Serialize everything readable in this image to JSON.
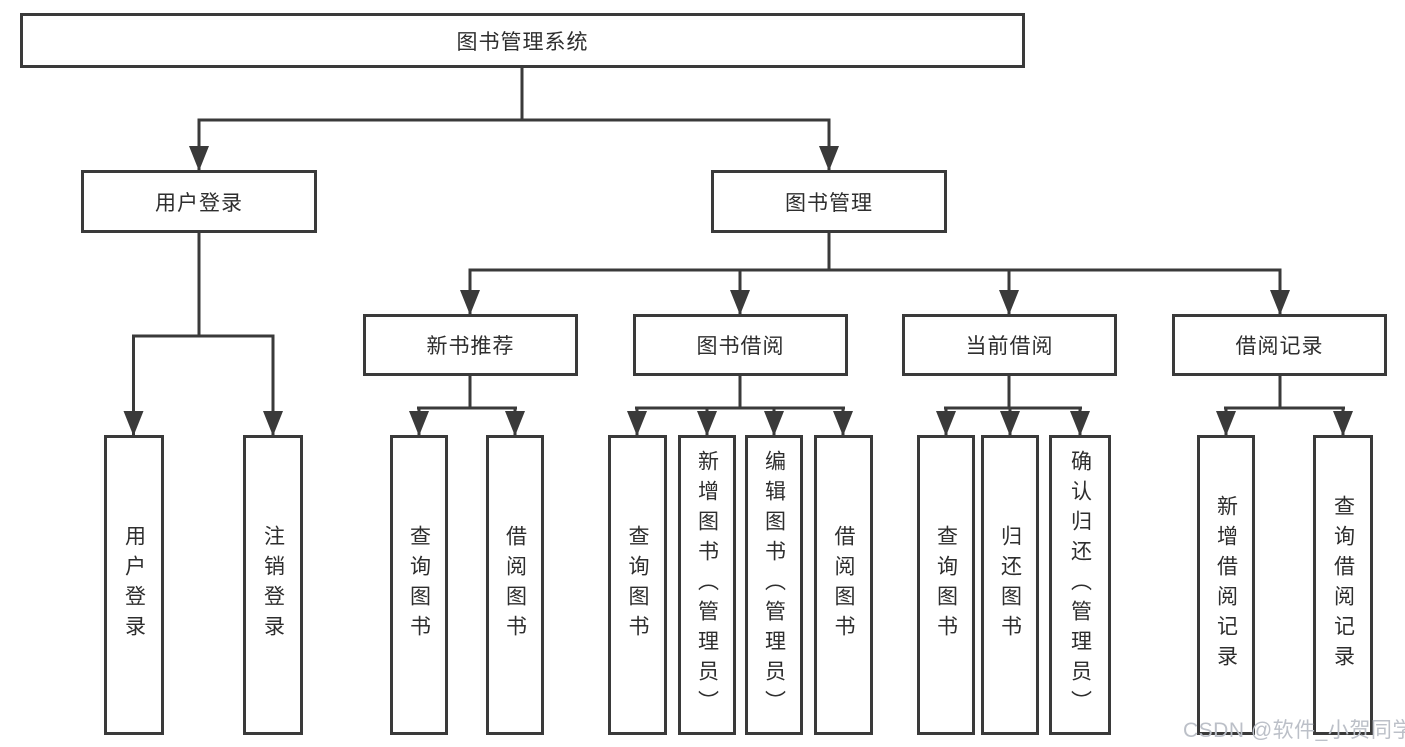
{
  "diagram_title": "图书管理系统",
  "tree": {
    "label": "图书管理系统",
    "children": [
      {
        "label": "用户登录",
        "children": [
          {
            "label": "用户登录"
          },
          {
            "label": "注销登录"
          }
        ]
      },
      {
        "label": "图书管理",
        "children": [
          {
            "label": "新书推荐",
            "children": [
              {
                "label": "查询图书"
              },
              {
                "label": "借阅图书"
              }
            ]
          },
          {
            "label": "图书借阅",
            "children": [
              {
                "label": "查询图书"
              },
              {
                "label": "新增图书（管理员）"
              },
              {
                "label": "编辑图书（管理员）"
              },
              {
                "label": "借阅图书"
              }
            ]
          },
          {
            "label": "当前借阅",
            "children": [
              {
                "label": "查询图书"
              },
              {
                "label": "归还图书"
              },
              {
                "label": "确认归还（管理员）"
              }
            ]
          },
          {
            "label": "借阅记录",
            "children": [
              {
                "label": "新增借阅记录"
              },
              {
                "label": "查询借阅记录"
              }
            ]
          }
        ]
      }
    ]
  },
  "watermark": "CSDN @软件_小贺同学",
  "colors": {
    "line": "#3a3a3a",
    "box_border": "#3a3a3a",
    "text": "#2e2e2e",
    "background": "#ffffff",
    "watermark": "#bcc0c8"
  }
}
